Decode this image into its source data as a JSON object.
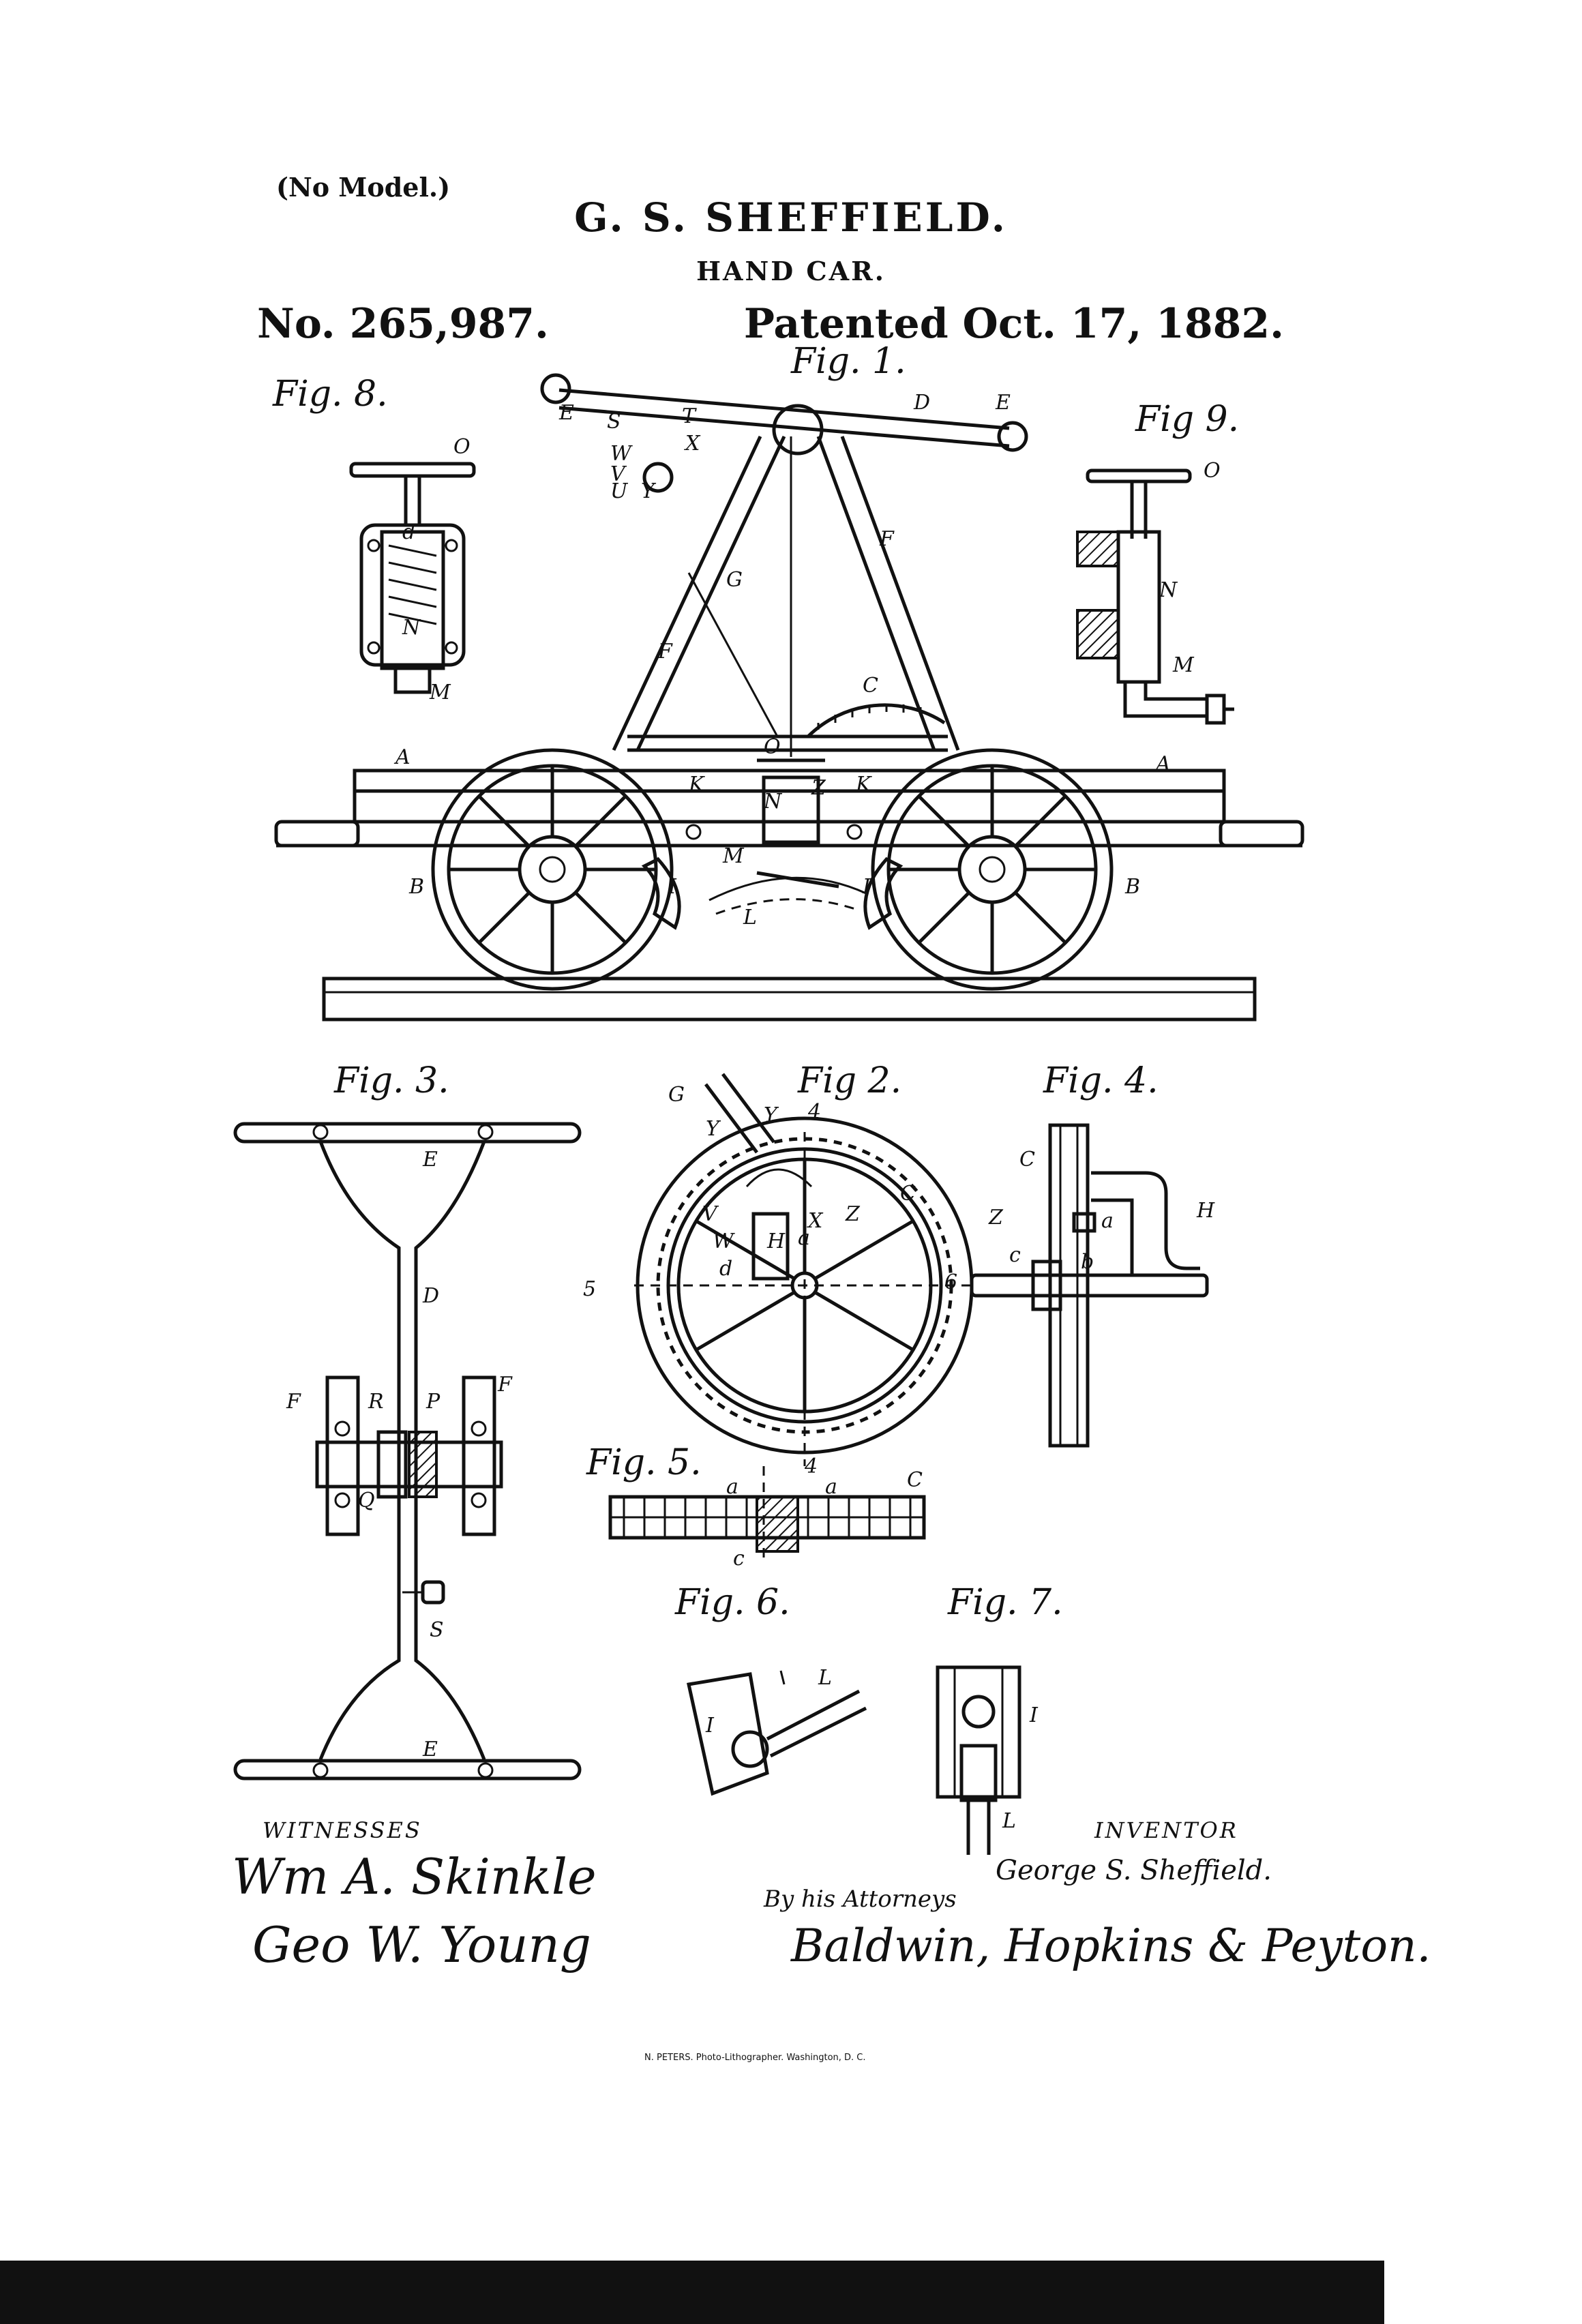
{
  "header": {
    "model_note": "(No Model.)",
    "inventor_name": "G. S. SHEFFIELD.",
    "subject": "HAND CAR.",
    "number": "No. 265,987.",
    "patented": "Patented Oct. 17, 1882."
  },
  "figures": {
    "fig1": "Fig. 1.",
    "fig2": "Fig 2.",
    "fig3": "Fig. 3.",
    "fig4": "Fig. 4.",
    "fig5": "Fig. 5.",
    "fig6": "Fig. 6.",
    "fig7": "Fig. 7.",
    "fig8": "Fig. 8.",
    "fig9": "Fig 9."
  },
  "reference_letters": {
    "A": "A",
    "B": "B",
    "C": "C",
    "D": "D",
    "E": "E",
    "F": "F",
    "G": "G",
    "H": "H",
    "I": "I",
    "K": "K",
    "L": "L",
    "M": "M",
    "N": "N",
    "O": "O",
    "P": "P",
    "Q": "Q",
    "R": "R",
    "S": "S",
    "T": "T",
    "U": "U",
    "V": "V",
    "W": "W",
    "X": "X",
    "Y": "Y",
    "Z": "Z",
    "a": "a",
    "b": "b",
    "c": "c",
    "d": "d",
    "four": "4",
    "five": "5",
    "six": "6"
  },
  "footer": {
    "witnesses_heading": "WITNESSES",
    "witness_1": "Wm A. Skinkle",
    "witness_2": "Geo W. Young",
    "inventor_heading": "INVENTOR",
    "inventor_signature": "George S. Sheffield.",
    "by_line": "By his Attorneys",
    "attorneys_signature": "Baldwin, Hopkins & Peyton.",
    "lithographer": "N. PETERS. Photo-Lithographer. Washington, D. C."
  }
}
